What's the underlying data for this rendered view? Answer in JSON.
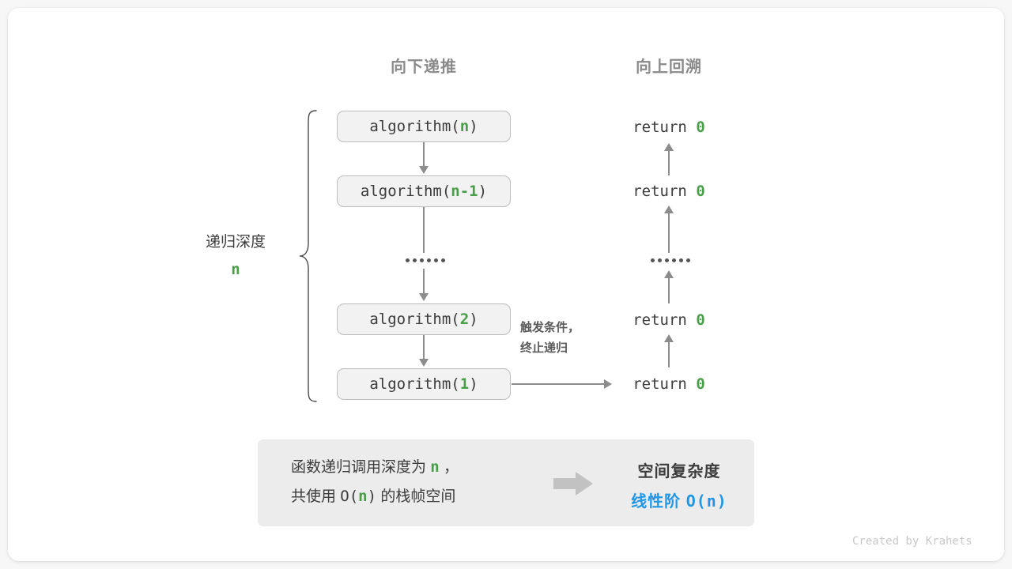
{
  "diagram": {
    "columns": {
      "down_heading": "向下递推",
      "up_heading": "向上回溯"
    },
    "depth_bracket": {
      "label": "递归深度",
      "value": "n"
    },
    "call_stack": [
      {
        "fn": "algorithm(",
        "arg": "n",
        "close": ")"
      },
      {
        "fn": "algorithm(",
        "arg": "n-1",
        "close": ")"
      },
      {
        "fn": "algorithm(",
        "arg": "2",
        "close": ")"
      },
      {
        "fn": "algorithm(",
        "arg": "1",
        "close": ")"
      }
    ],
    "returns": [
      {
        "keyword": "return",
        "value": "0"
      },
      {
        "keyword": "return",
        "value": "0"
      },
      {
        "keyword": "return",
        "value": "0"
      },
      {
        "keyword": "return",
        "value": "0"
      }
    ],
    "ellipsis_dots": 6,
    "trigger_note": {
      "line1": "触发条件，",
      "line2": "终止递归"
    },
    "summary": {
      "left_line1_pre": "函数递归调用深度为 ",
      "left_line1_var": "n",
      "left_line1_post": " ，",
      "left_line2_pre": "共使用 ",
      "left_line2_fn": "O(",
      "left_line2_var": "n",
      "left_line2_fn_close": ")",
      "left_line2_post": " 的栈帧空间",
      "right_title": "空间复杂度",
      "right_value_label": "线性阶 ",
      "right_value_mono": "O(n)"
    },
    "credit": "Created by Krahets",
    "colors": {
      "accent_green": "#4a9e4a",
      "accent_blue": "#2196e3",
      "line_gray": "#8c8c8c",
      "box_fill": "#f2f2f2",
      "box_border": "#bdbdbd",
      "panel_fill": "#ececec",
      "heading_gray": "#8a8a8a"
    }
  }
}
